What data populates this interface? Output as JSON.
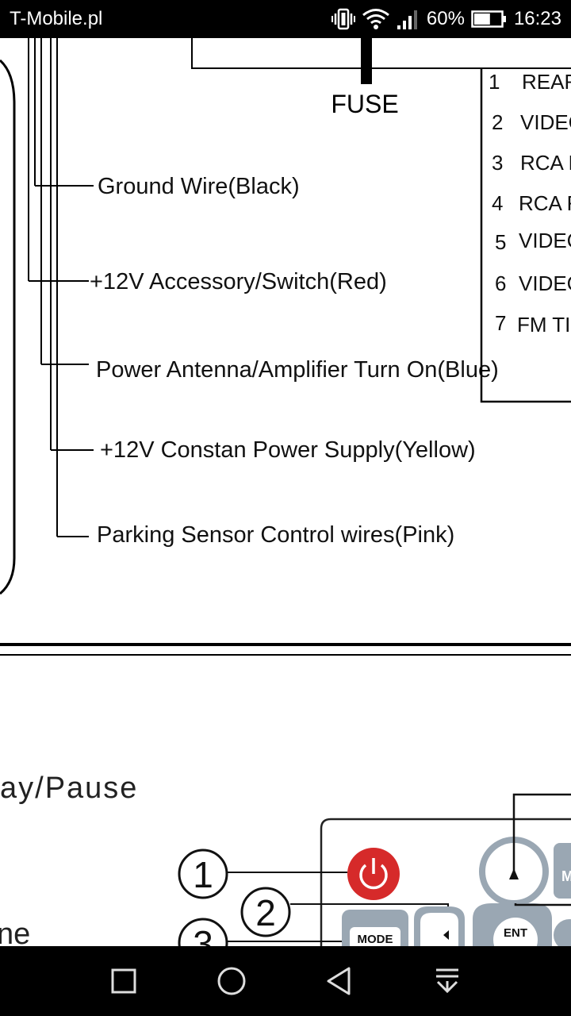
{
  "status_bar": {
    "carrier": "T-Mobile.pl",
    "battery_percent": "60%",
    "time": "16:23",
    "battery_level": 0.6,
    "icons": [
      "vibrate-icon",
      "wifi-icon",
      "cellular-signal-icon",
      "battery-icon"
    ]
  },
  "diagram": {
    "fuse_label": "FUSE",
    "wires": [
      "Ground  Wire(Black)",
      "+12V Accessory/Switch(Red)",
      "Power Antenna/Amplifier Turn On(Blue)",
      "+12V Constan Power Supply(Yellow)",
      "Parking Sensor Control wires(Pink)"
    ],
    "connector_table": {
      "rows": [
        {
          "num": "1",
          "label": "REAR"
        },
        {
          "num": "2",
          "label": "VIDEC"
        },
        {
          "num": "3",
          "label": "RCA L"
        },
        {
          "num": "4",
          "label": "RCA R"
        },
        {
          "num": "5",
          "label": "VIDEC"
        },
        {
          "num": "6",
          "label": "VIDEC"
        },
        {
          "num": "7",
          "label": "FM TI"
        }
      ]
    }
  },
  "panel": {
    "play_pause_label": "ay/Pause",
    "partial_label": "ne",
    "callouts": [
      "1",
      "2",
      "3"
    ],
    "mode_label": "MODE",
    "ent_label": "ENT",
    "partial_key": "M"
  },
  "nav_bar": {
    "buttons": [
      "square-icon",
      "circle-icon",
      "back-triangle-icon",
      "notification-down-icon"
    ]
  }
}
